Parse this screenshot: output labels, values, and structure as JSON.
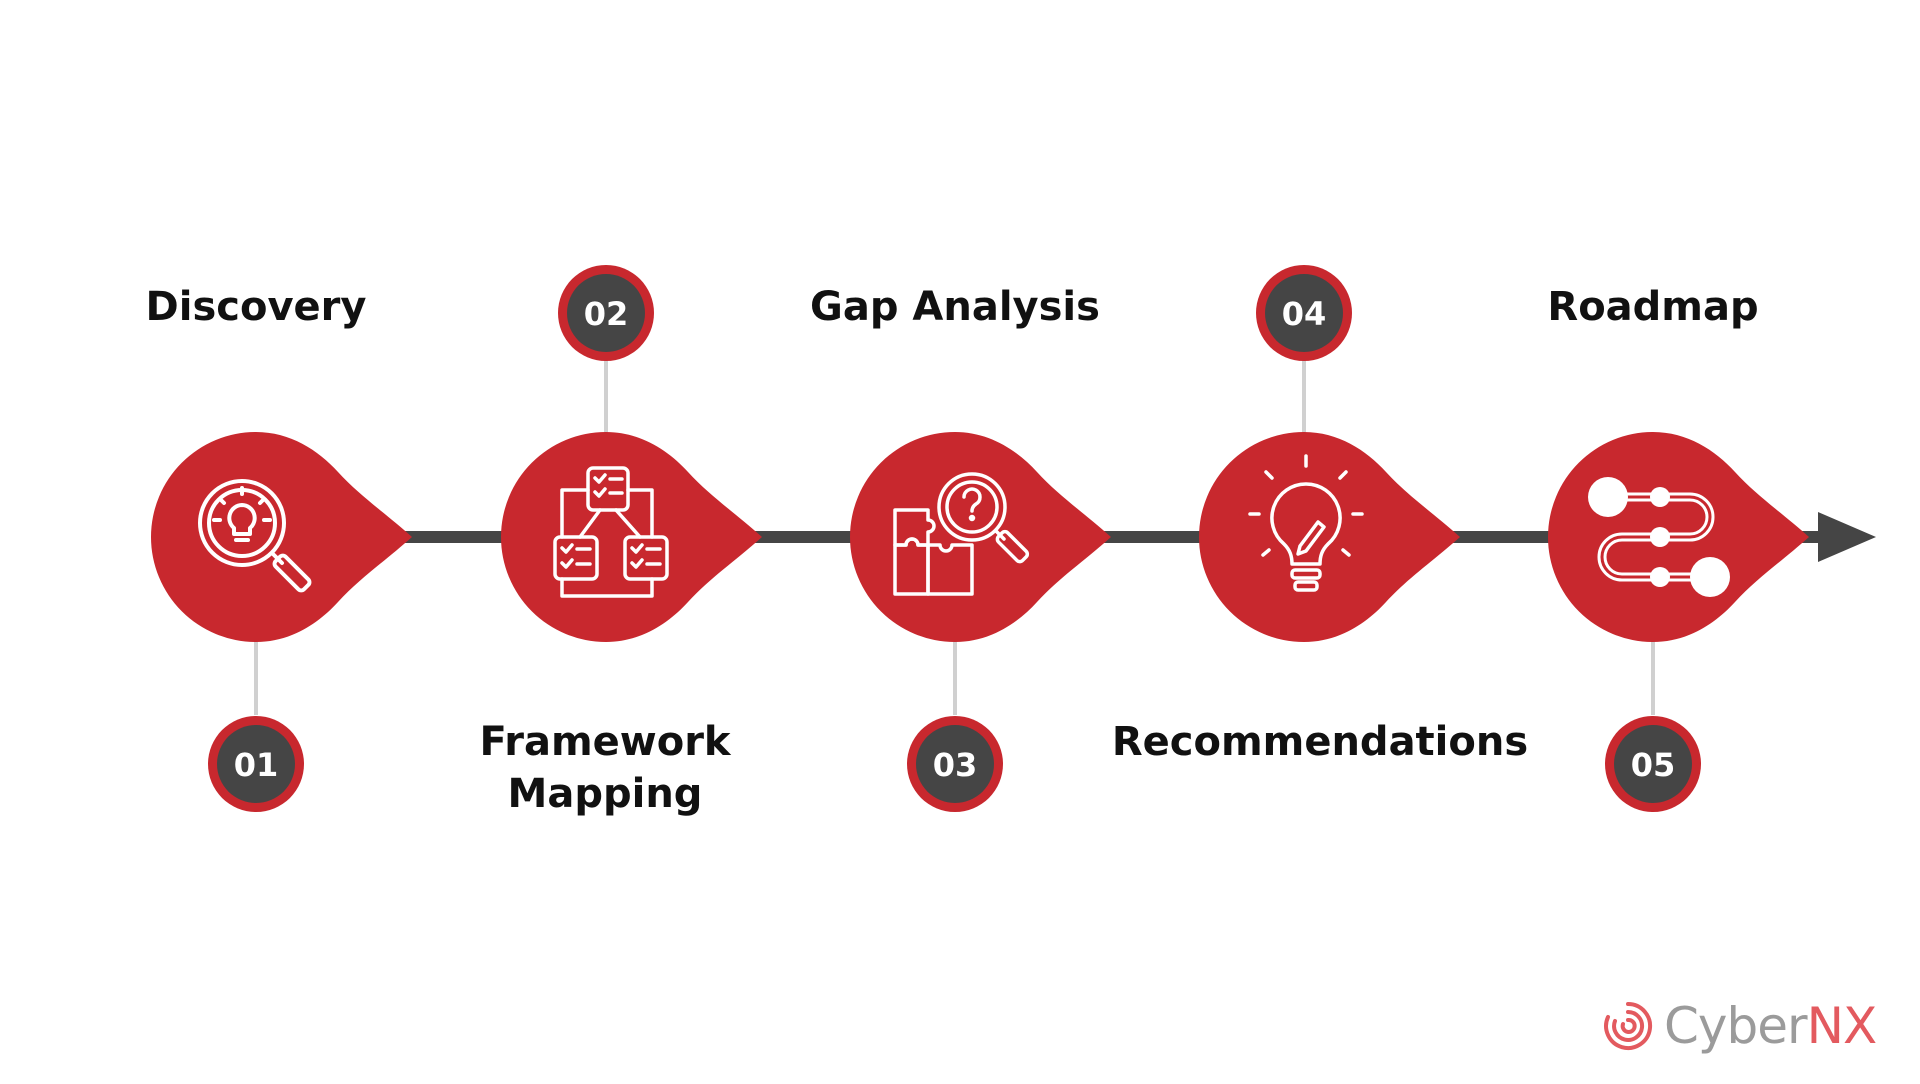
{
  "colors": {
    "accent": "#c8282e",
    "dark": "#454545",
    "connector": "#d0d0d0"
  },
  "steps": [
    {
      "number": "01",
      "title": "Discovery",
      "icon": "magnifier-lightbulb-icon"
    },
    {
      "number": "02",
      "title": "Framework Mapping",
      "title_lines": [
        "Framework",
        "Mapping"
      ],
      "icon": "checklist-network-icon"
    },
    {
      "number": "03",
      "title": "Gap Analysis",
      "icon": "puzzle-magnifier-icon"
    },
    {
      "number": "04",
      "title": "Recommendations",
      "icon": "lightbulb-pencil-icon"
    },
    {
      "number": "05",
      "title": "Roadmap",
      "icon": "roadmap-path-icon"
    }
  ],
  "brand": {
    "name_part1": "Cyber",
    "name_part2": "NX",
    "icon": "spiral-logo-icon"
  }
}
